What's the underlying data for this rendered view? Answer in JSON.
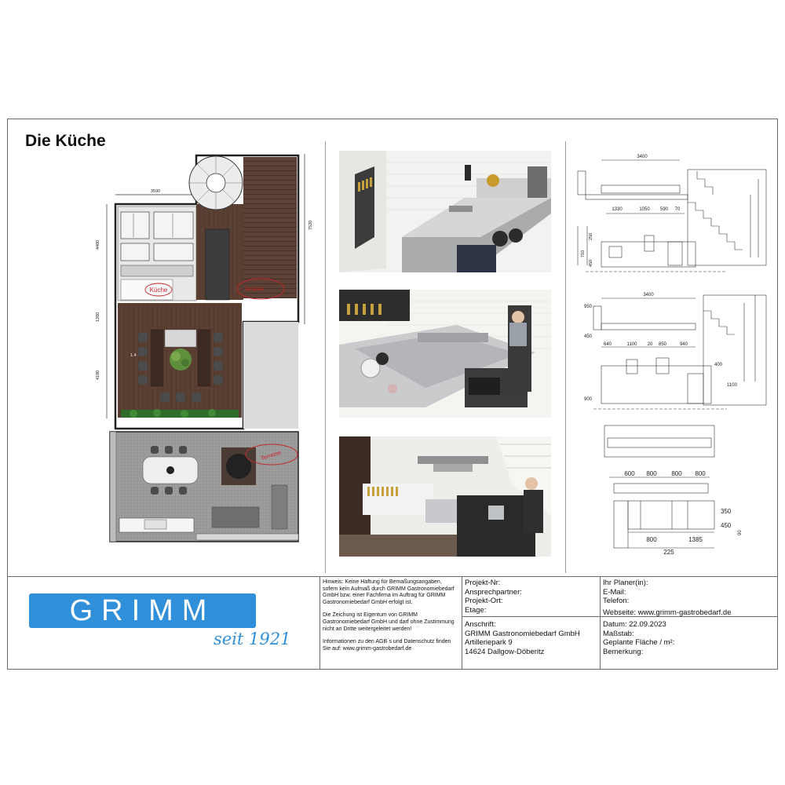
{
  "page_title": "Die Küche",
  "plan": {
    "dims": {
      "top_width": "3590",
      "height_right": "7520",
      "left_upper": "4400",
      "left_mid": "1260",
      "left_lower": "4180",
      "table_label": "1.4"
    },
    "labels": {
      "kitchen": "Küche",
      "terrace_upper": "Terrasse",
      "terrace_lower": "Terrasse"
    }
  },
  "elevations": {
    "e1": {
      "width": "3400",
      "segments": [
        "1330",
        "1050",
        "590",
        "70"
      ],
      "heights": [
        "710",
        "250",
        "450"
      ]
    },
    "e2": {
      "width": "3400",
      "segments": [
        "640",
        "1100",
        "20",
        "850",
        "940"
      ],
      "heights": [
        "950",
        "450",
        "900",
        "400",
        "1100"
      ]
    },
    "e3": {
      "segments_top": [
        "600",
        "800",
        "800",
        "800"
      ],
      "segments_bottom": [
        "800",
        "1385"
      ],
      "bottom_single": "225",
      "heights": [
        "350",
        "450",
        "90"
      ]
    }
  },
  "title_block": {
    "logo_text": "GRIMM",
    "logo_tagline": "seit 1921",
    "disclaimer_1": "Hinweis: Keine Haftung für Bemaßungsangaben, sofern kein Aufmaß durch GRIMM Gastronomiebedarf GmbH bzw. einer Fachfirma im Auftrag für GRIMM Gastronomiebedarf GmbH erfolgt ist.",
    "disclaimer_2": "Die Zeichung ist Eigentum von GRIMM Gastronomiebedarf GmbH und darf ohne Zustimmung nicht an Dritte weitergeleitet werden!",
    "disclaimer_3": "Informationen zu den AGB´s und Datenschutz finden Sie auf: www.grimm-gastrobedarf.de",
    "projekt_nr": "Projekt-Nr:",
    "ansprechpartner": "Ansprechpartner:",
    "projekt_ort": "Projekt-Ort:",
    "etage": "Etage:",
    "anschrift_label": "Anschrift:",
    "company": "GRIMM Gastronomiebedarf GmbH",
    "street": "Artilleriepark 9",
    "city": "14624 Dallgow-Döberitz",
    "planer": "Ihr Planer(in):",
    "email": "E-Mail:",
    "telefon": "Telefon:",
    "website": "Webseite: www.grimm-gastrobedarf.de",
    "datum": "Datum:   22.09.2023",
    "massstab": "Maßstab:",
    "flaeche": "Geplante Fläche / m²:",
    "bemerkung": "Bemerkung:"
  }
}
